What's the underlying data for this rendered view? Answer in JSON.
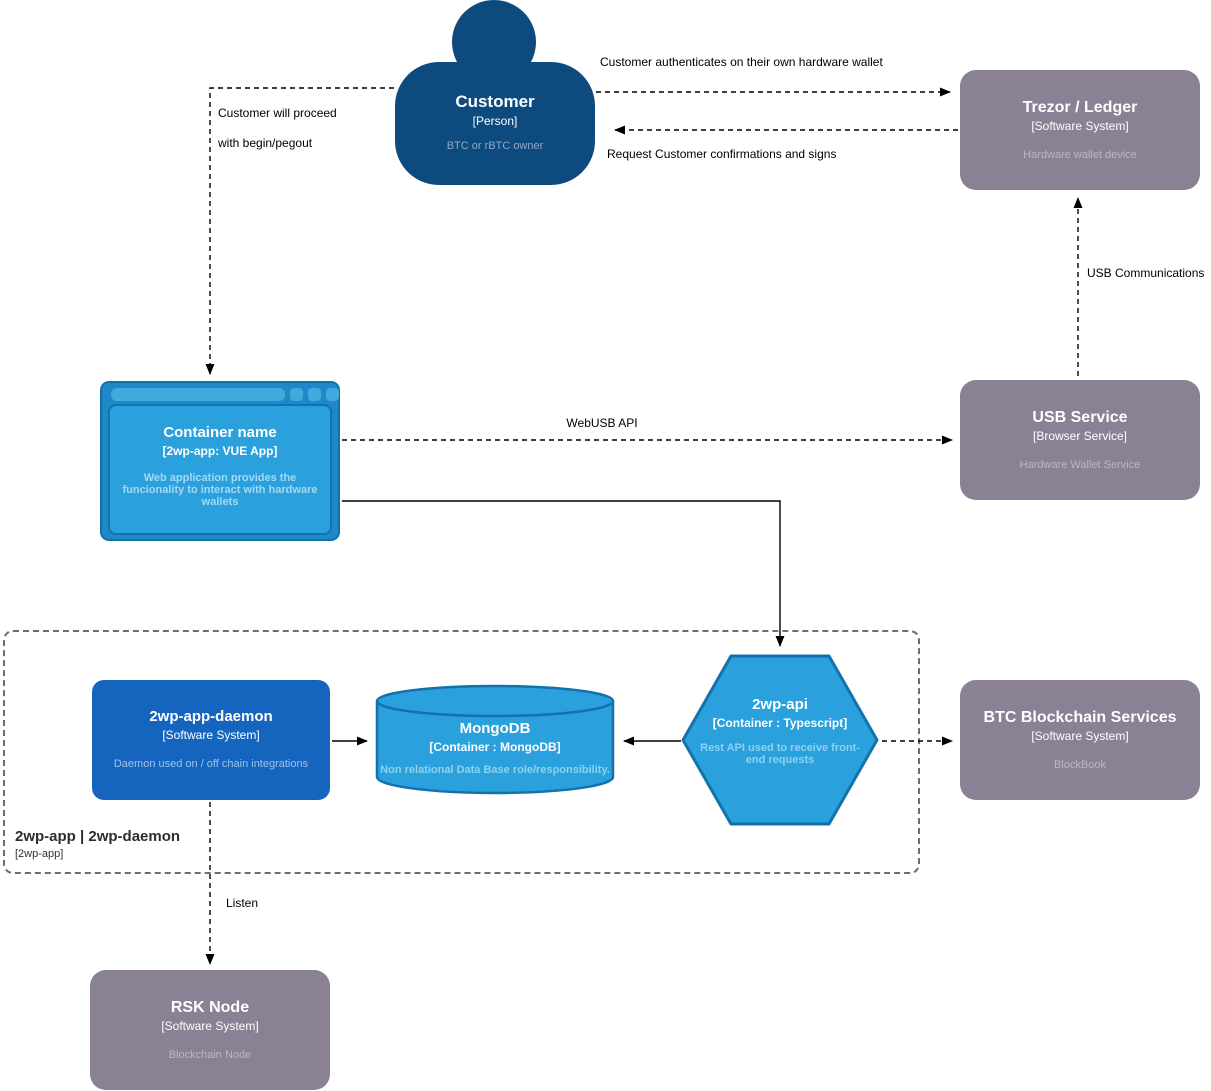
{
  "nodes": {
    "customer": {
      "title": "Customer",
      "subtitle": "[Person]",
      "description": "BTC or rBTC owner"
    },
    "trezor": {
      "title": "Trezor / Ledger",
      "subtitle": "[Software System]",
      "description": "Hardware wallet device"
    },
    "container": {
      "title": "Container name",
      "subtitle": "[2wp-app: VUE App]",
      "description": "Web application provides the funcionality to interact with hardware wallets"
    },
    "usb_service": {
      "title": "USB Service",
      "subtitle": "[Browser Service]",
      "description": "Hardware Wallet Service"
    },
    "daemon": {
      "title": "2wp-app-daemon",
      "subtitle": "[Software System]",
      "description": "Daemon used on / off chain integrations"
    },
    "mongodb": {
      "title": "MongoDB",
      "subtitle": "[Container : MongoDB]",
      "description": "Non relational Data Base role/responsibility."
    },
    "api": {
      "title": "2wp-api",
      "subtitle": "[Container : Typescript]",
      "description": "Rest API used to receive front-end requests"
    },
    "btc": {
      "title": "BTC Blockchain Services",
      "subtitle": "[Software System]",
      "description": "BlockBook"
    },
    "rsk": {
      "title": "RSK Node",
      "subtitle": "[Software System]",
      "description": "Blockchain Node"
    }
  },
  "boundary": {
    "title": "2wp-app | 2wp-daemon",
    "subtitle": "[2wp-app]"
  },
  "edges": {
    "auth": {
      "label": "Customer authenticates on their own hardware wallet"
    },
    "confirm": {
      "label": "Request Customer confirmations and signs"
    },
    "proceed": {
      "line1": "Customer will proceed",
      "line2": "with begin/pegout"
    },
    "webusb": {
      "label": "WebUSB API"
    },
    "usb_comm": {
      "label": "USB Communications"
    },
    "listen": {
      "label": "Listen"
    }
  },
  "icons": {
    "person_head": "person-head-icon",
    "browser_chrome": "browser-window-chrome"
  },
  "colors": {
    "person_fill": "#0d4b7e",
    "system_fill": "#8a8194",
    "daemon_fill": "#1565bf",
    "light_blue_fill": "#2aa0dc",
    "light_blue_border": "#1371ad",
    "line": "#000000"
  }
}
